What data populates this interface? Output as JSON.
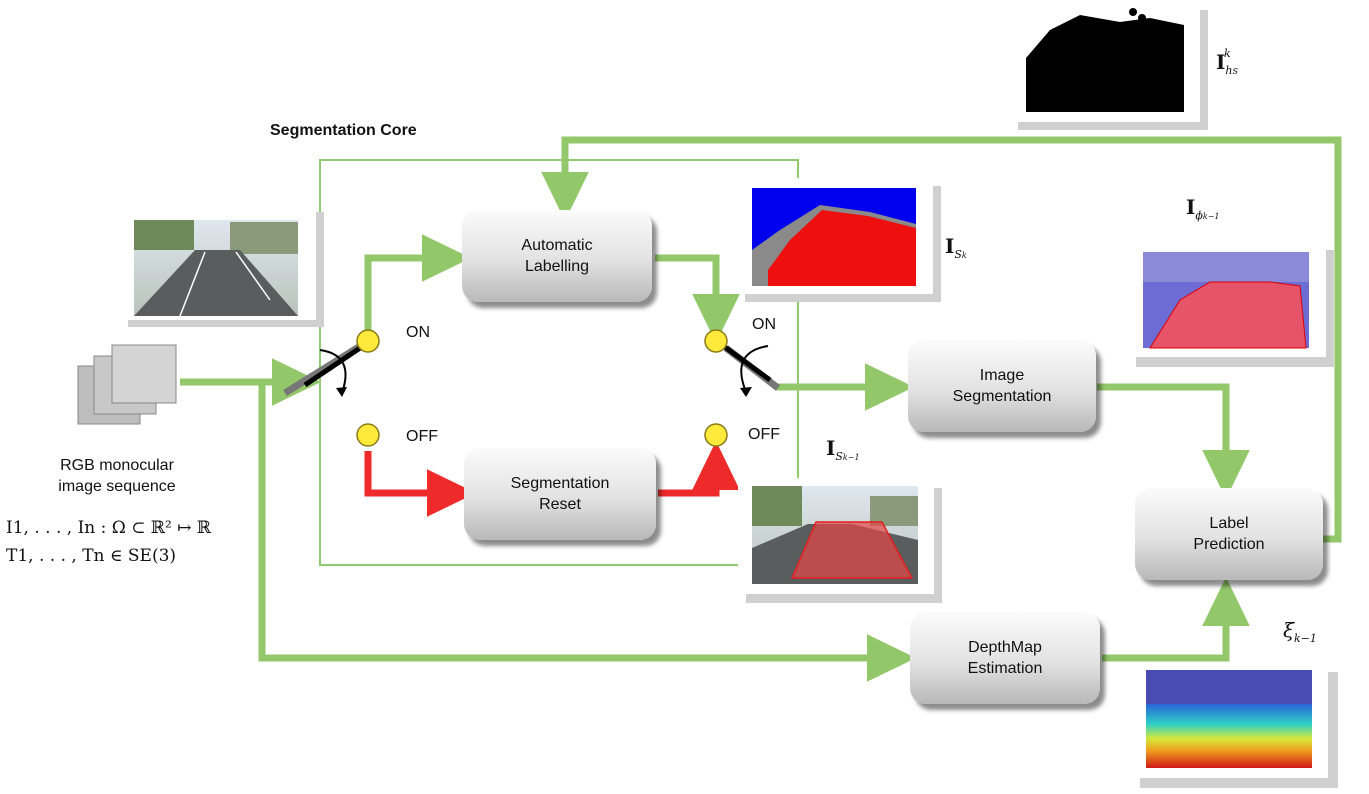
{
  "core_title": "Segmentation Core",
  "blocks": {
    "automatic_labelling": "Automatic\nLabelling",
    "segmentation_reset": "Segmentation\nReset",
    "image_segmentation": "Image\nSegmentation",
    "label_prediction": "Label\nPrediction",
    "depthmap_estimation": "DepthMap\nEstimation"
  },
  "switch_labels": {
    "left_on": "ON",
    "left_off": "OFF",
    "right_on": "ON",
    "right_off": "OFF"
  },
  "input_label": "RGB monocular\nimage sequence",
  "formula_images": "I",
  "formula_images_rest": "1, . . . , I",
  "formula_images_tail": "n : Ω ⊂ ℝ² ↦ ℝ",
  "formula_poses": "T",
  "formula_poses_rest": "1, . . . , T",
  "formula_poses_tail": "n ∈ SE(3)",
  "symbols": {
    "I_main": "I",
    "hs_sub": "h",
    "hs_subsub": "S",
    "hs_sup": "k",
    "sk_sub": "S",
    "sk_subsub": "k",
    "phi_sub": "ϕ",
    "phi_subsub": "k−1",
    "sk1_sub": "S",
    "sk1_subsub": "k−1",
    "xi": "ξ",
    "xi_sub": "k−1"
  },
  "colors": {
    "green": "#93c86a",
    "red": "#ee2a2a",
    "switch_yellow": "#ffea3b",
    "core_border": "#8fcb6f"
  }
}
